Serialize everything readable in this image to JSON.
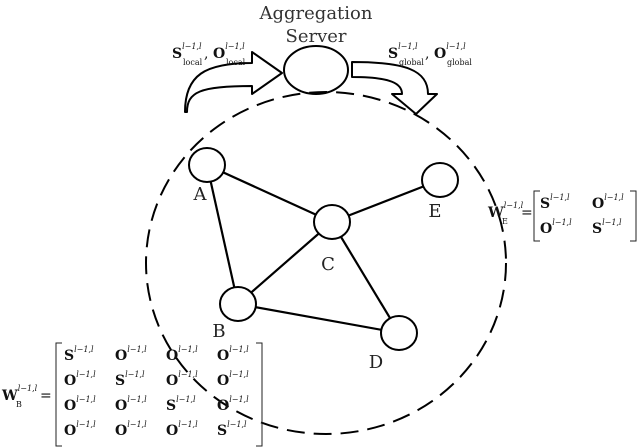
{
  "server": {
    "title_line1": "Aggregation",
    "title_line2": "Server"
  },
  "uplink": {
    "S": "S",
    "S_sup": "l−1,l",
    "S_sub": "local",
    "sep": ",",
    "O": "O",
    "O_sup": "l−1,l",
    "O_sub": "local"
  },
  "downlink": {
    "S": "S",
    "S_sup": "l−1,l",
    "S_sub": "global",
    "sep": ",",
    "O": "O",
    "O_sup": "l−1,l",
    "O_sub": "global"
  },
  "nodes": [
    {
      "id": "A",
      "label": "A"
    },
    {
      "id": "B",
      "label": "B"
    },
    {
      "id": "C",
      "label": "C"
    },
    {
      "id": "D",
      "label": "D"
    },
    {
      "id": "E",
      "label": "E"
    }
  ],
  "edges": [
    [
      "A",
      "C"
    ],
    [
      "A",
      "B"
    ],
    [
      "B",
      "C"
    ],
    [
      "C",
      "E"
    ],
    [
      "C",
      "D"
    ],
    [
      "B",
      "D"
    ]
  ],
  "matrix_E": {
    "W": "W",
    "W_sup": "l−1,l",
    "W_sub": "E",
    "eq": "=",
    "rows": [
      [
        {
          "b": "S",
          "s": "l−1,l"
        },
        {
          "b": "O",
          "s": "l−1,l"
        }
      ],
      [
        {
          "b": "O",
          "s": "l−1,l"
        },
        {
          "b": "S",
          "s": "l−1,l"
        }
      ]
    ]
  },
  "matrix_B": {
    "W": "W",
    "W_sup": "l−1,l",
    "W_sub": "B",
    "eq": "=",
    "rows": [
      [
        {
          "b": "S",
          "s": "l−1,l"
        },
        {
          "b": "O",
          "s": "l−1,l"
        },
        {
          "b": "O",
          "s": "l−1,l"
        },
        {
          "b": "O",
          "s": "l−1,l"
        }
      ],
      [
        {
          "b": "O",
          "s": "l−1,l"
        },
        {
          "b": "S",
          "s": "l−1,l"
        },
        {
          "b": "O",
          "s": "l−1,l"
        },
        {
          "b": "O",
          "s": "l−1,l"
        }
      ],
      [
        {
          "b": "O",
          "s": "l−1,l"
        },
        {
          "b": "O",
          "s": "l−1,l"
        },
        {
          "b": "S",
          "s": "l−1,l"
        },
        {
          "b": "O",
          "s": "l−1,l"
        }
      ],
      [
        {
          "b": "O",
          "s": "l−1,l"
        },
        {
          "b": "O",
          "s": "l−1,l"
        },
        {
          "b": "O",
          "s": "l−1,l"
        },
        {
          "b": "S",
          "s": "l−1,l"
        }
      ]
    ]
  }
}
